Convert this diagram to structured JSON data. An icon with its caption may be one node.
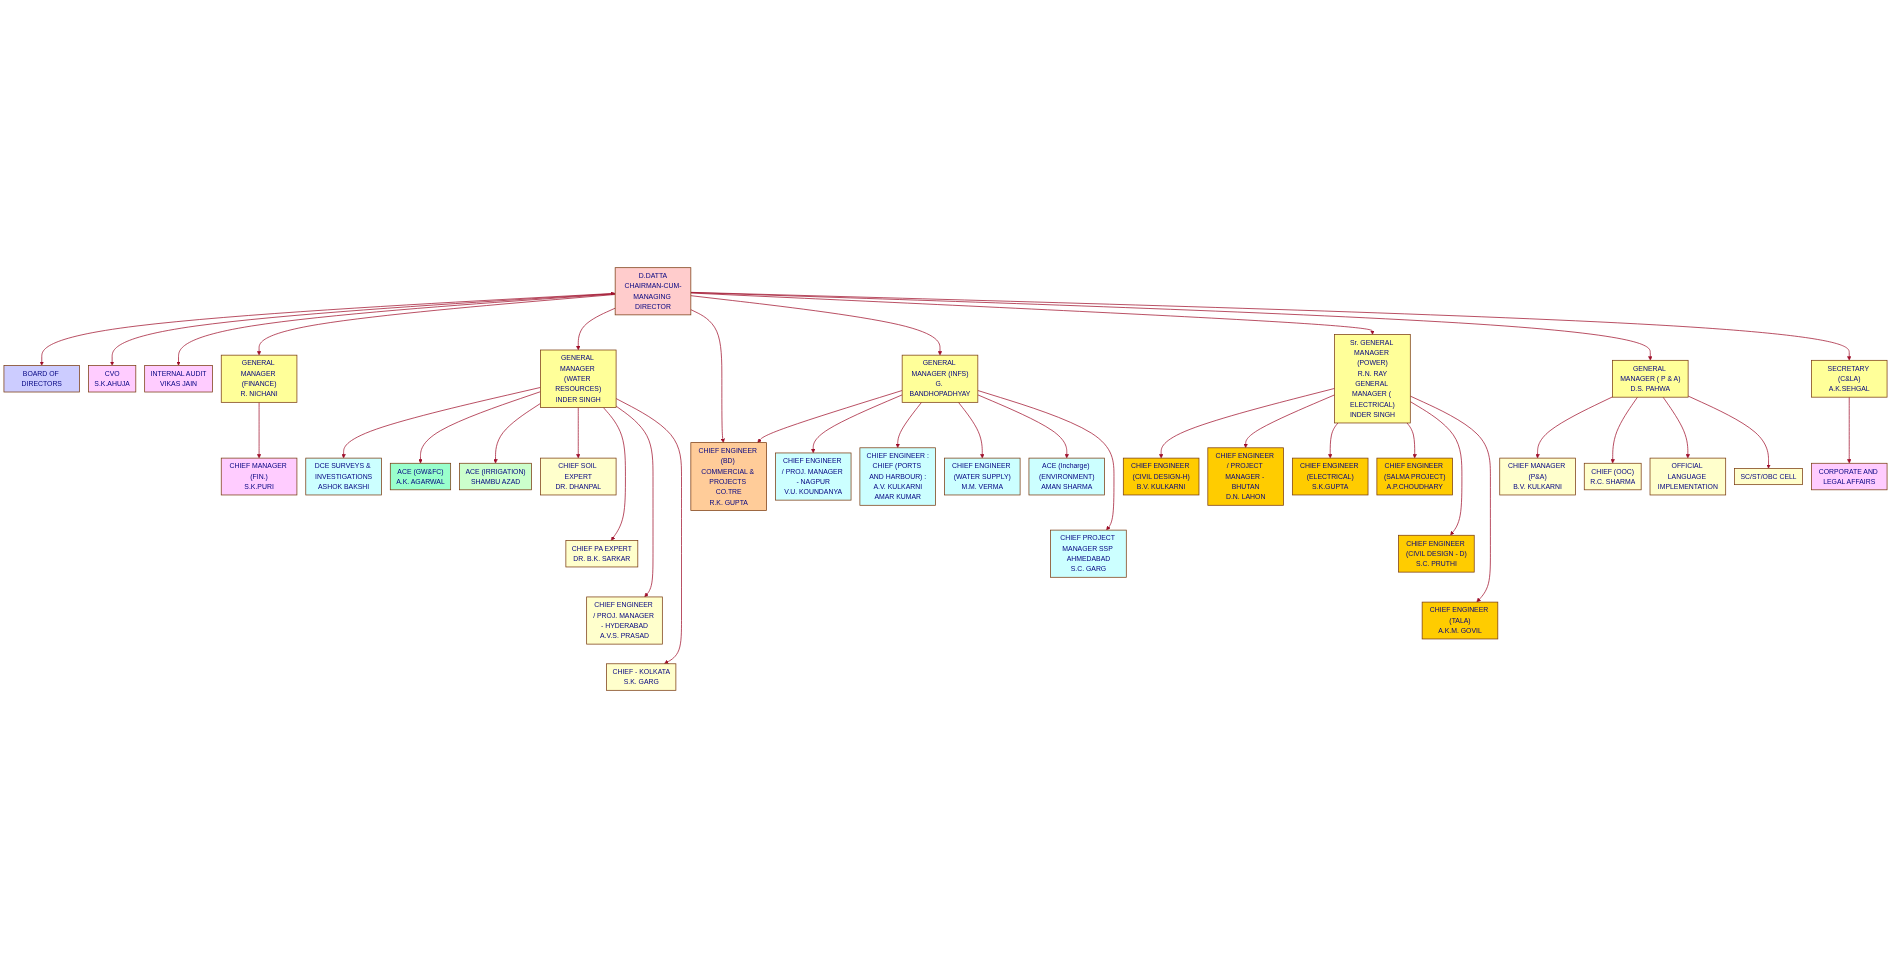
{
  "diagram": {
    "nodes": [
      {
        "text": [
          "D.DATTA",
          "CHAIRMAN-CUM-MANAGING DIRECTOR"
        ]
      },
      {
        "text": [
          "BOARD OF DIRECTORS"
        ]
      },
      {
        "text": [
          "GENERAL MANAGER (FINANCE)",
          "R. NICHANI"
        ]
      },
      {
        "text": [
          "GENERAL MANAGER (WATER RESOURCES)",
          "INDER SINGH"
        ]
      },
      {
        "text": [
          "GENERAL MANAGER (INFS)",
          "G. BANDHOPADHYAY"
        ]
      },
      {
        "text": [
          "Sr. GENERAL MANAGER (POWER)",
          "R.N. RAY",
          "GENERAL MANAGER ( ELECTRICAL)",
          "INDER SINGH"
        ]
      },
      {
        "text": [
          "GENERAL MANAGER ( P & A)",
          "D.S. PAHWA"
        ]
      },
      {
        "text": [
          "SECRETARY (C&LA)",
          "A.K.SEHGAL"
        ]
      },
      {
        "text": [
          "CVO",
          "S.K.AHUJA"
        ]
      },
      {
        "text": [
          "INTERNAL AUDIT",
          "VIKAS JAIN"
        ]
      },
      {
        "text": [
          "CHIEF MANAGER (FIN.)",
          "S.K.PURI"
        ]
      },
      {
        "text": [
          "DCE SURVEYS & INVESTIGATIONS",
          "ASHOK BAKSHI"
        ]
      },
      {
        "text": [
          "ACE (GW&FC)",
          "A.K. AGARWAL"
        ]
      },
      {
        "text": [
          "ACE (IRRIGATION)",
          "SHAMBU AZAD"
        ]
      },
      {
        "text": [
          "CHIEF SOIL EXPERT",
          "DR. DHANPAL"
        ]
      },
      {
        "text": [
          "CHIEF PA EXPERT",
          "DR. B.K. SARKAR"
        ]
      },
      {
        "text": [
          "CHIEF ENGINEER / PROJ. MANAGER - HYDERABAD",
          "A.V.S. PRASAD"
        ]
      },
      {
        "text": [
          "CHIEF - KOLKATA",
          "S.K. GARG"
        ]
      },
      {
        "text": [
          "CHIEF ENGINEER (BD) COMMERCIAL & PROJECTS CO.TRE",
          "R.K. GUPTA"
        ]
      },
      {
        "text": [
          "CHIEF ENGINEER / PROJ. MANAGER - NAGPUR",
          "V.U. KOUNDANYA"
        ]
      },
      {
        "text": [
          "CHIEF ENGINEER :",
          "CHIEF (PORTS AND HARBOUR) :",
          "A.V. KULKARNI",
          "AMAR KUMAR"
        ]
      },
      {
        "text": [
          "CHIEF ENGINEER (WATER SUPPLY)",
          "M.M. VERMA"
        ]
      },
      {
        "text": [
          "ACE (Incharge) (ENVIRONMENT)",
          "AMAN SHARMA"
        ]
      },
      {
        "text": [
          "CHIEF PROJECT MANAGER SSP AHMEDABAD",
          "S.C. GARG"
        ]
      },
      {
        "text": [
          "CHIEF ENGINEER (CIVIL DESIGN-H)",
          "B.V. KULKARNI"
        ]
      },
      {
        "text": [
          "CHIEF ENGINEER / PROJECT MANAGER - BHUTAN",
          "D.N. LAHON"
        ]
      },
      {
        "text": [
          "CHIEF ENGINEER (ELECTRICAL)",
          "S.K.GUPTA"
        ]
      },
      {
        "text": [
          "CHIEF ENGINEER (SALMA PROJECT)",
          "A.P.CHOUDHARY"
        ]
      },
      {
        "text": [
          "CHIEF ENGINEER (CIVIL DESIGN - D)",
          "S.C. PRUTHI"
        ]
      },
      {
        "text": [
          "CHIEF ENGINEER (TALA)",
          "A.K.M. GOVIL"
        ]
      },
      {
        "text": [
          "CHIEF MANAGER (P&A)",
          "B.V. KULKARNI"
        ]
      },
      {
        "text": [
          "CHIEF (OOC)",
          "R.C. SHARMA"
        ]
      },
      {
        "text": [
          "OFFICIAL LANGUAGE IMPLEMENTATION"
        ]
      },
      {
        "text": [
          "SC/ST/OBC CELL"
        ]
      },
      {
        "text": [
          "CORPORATE AND LEGAL AFFAIRS"
        ]
      }
    ],
    "edges": [
      {
        "from": 0,
        "to": 1,
        "arrow": "both"
      },
      {
        "from": 0,
        "to": 8,
        "arrow": "to"
      },
      {
        "from": 0,
        "to": 9,
        "arrow": "to"
      },
      {
        "from": 0,
        "to": 2,
        "arrow": "to"
      },
      {
        "from": 0,
        "to": 3,
        "arrow": "to"
      },
      {
        "from": 0,
        "to": 18,
        "arrow": "to"
      },
      {
        "from": 0,
        "to": 4,
        "arrow": "to"
      },
      {
        "from": 0,
        "to": 5,
        "arrow": "to"
      },
      {
        "from": 0,
        "to": 6,
        "arrow": "to"
      },
      {
        "from": 0,
        "to": 7,
        "arrow": "to"
      },
      {
        "from": 4,
        "to": 18,
        "arrow": "to"
      },
      {
        "from": 2,
        "to": 10,
        "arrow": "to"
      },
      {
        "from": 3,
        "to": 11,
        "arrow": "to"
      },
      {
        "from": 3,
        "to": 12,
        "arrow": "to"
      },
      {
        "from": 3,
        "to": 13,
        "arrow": "to"
      },
      {
        "from": 3,
        "to": 14,
        "arrow": "to"
      },
      {
        "from": 3,
        "to": 15,
        "arrow": "to"
      },
      {
        "from": 3,
        "to": 16,
        "arrow": "to"
      },
      {
        "from": 3,
        "to": 17,
        "arrow": "to"
      },
      {
        "from": 4,
        "to": 19,
        "arrow": "to"
      },
      {
        "from": 4,
        "to": 20,
        "arrow": "to"
      },
      {
        "from": 4,
        "to": 21,
        "arrow": "to"
      },
      {
        "from": 4,
        "to": 22,
        "arrow": "to"
      },
      {
        "from": 4,
        "to": 23,
        "arrow": "to"
      },
      {
        "from": 5,
        "to": 24,
        "arrow": "to"
      },
      {
        "from": 5,
        "to": 25,
        "arrow": "to"
      },
      {
        "from": 5,
        "to": 26,
        "arrow": "to"
      },
      {
        "from": 5,
        "to": 27,
        "arrow": "to"
      },
      {
        "from": 5,
        "to": 28,
        "arrow": "to"
      },
      {
        "from": 5,
        "to": 29,
        "arrow": "to"
      },
      {
        "from": 6,
        "to": 30,
        "arrow": "to"
      },
      {
        "from": 6,
        "to": 31,
        "arrow": "to"
      },
      {
        "from": 6,
        "to": 32,
        "arrow": "to"
      },
      {
        "from": 6,
        "to": 33,
        "arrow": "to"
      },
      {
        "from": 7,
        "to": 34,
        "arrow": "to"
      }
    ]
  }
}
